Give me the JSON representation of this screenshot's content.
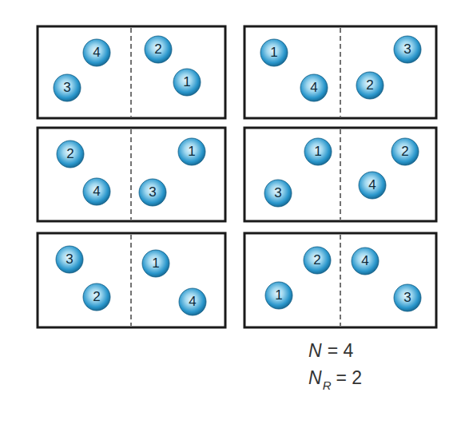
{
  "diagram": {
    "nodes": [
      {
        "text": [
          "4"
        ]
      },
      {
        "text": [
          "2"
        ]
      },
      {
        "text": [
          "3"
        ]
      },
      {
        "text": [
          "1"
        ]
      },
      {
        "text": [
          "1"
        ]
      },
      {
        "text": [
          "3"
        ]
      },
      {
        "text": [
          "4"
        ]
      },
      {
        "text": [
          "2"
        ]
      },
      {
        "text": [
          "2"
        ]
      },
      {
        "text": [
          "1"
        ]
      },
      {
        "text": [
          "4"
        ]
      },
      {
        "text": [
          "3"
        ]
      },
      {
        "text": [
          "1"
        ]
      },
      {
        "text": [
          "2"
        ]
      },
      {
        "text": [
          "3"
        ]
      },
      {
        "text": [
          "4"
        ]
      },
      {
        "text": [
          "3"
        ]
      },
      {
        "text": [
          "1"
        ]
      },
      {
        "text": [
          "2"
        ]
      },
      {
        "text": [
          "4"
        ]
      },
      {
        "text": [
          "2"
        ]
      },
      {
        "text": [
          "4"
        ]
      },
      {
        "text": [
          "1"
        ]
      },
      {
        "text": [
          "3"
        ]
      }
    ],
    "labels": [
      "N",
      "= 4",
      "N",
      "R",
      "= 2"
    ]
  }
}
